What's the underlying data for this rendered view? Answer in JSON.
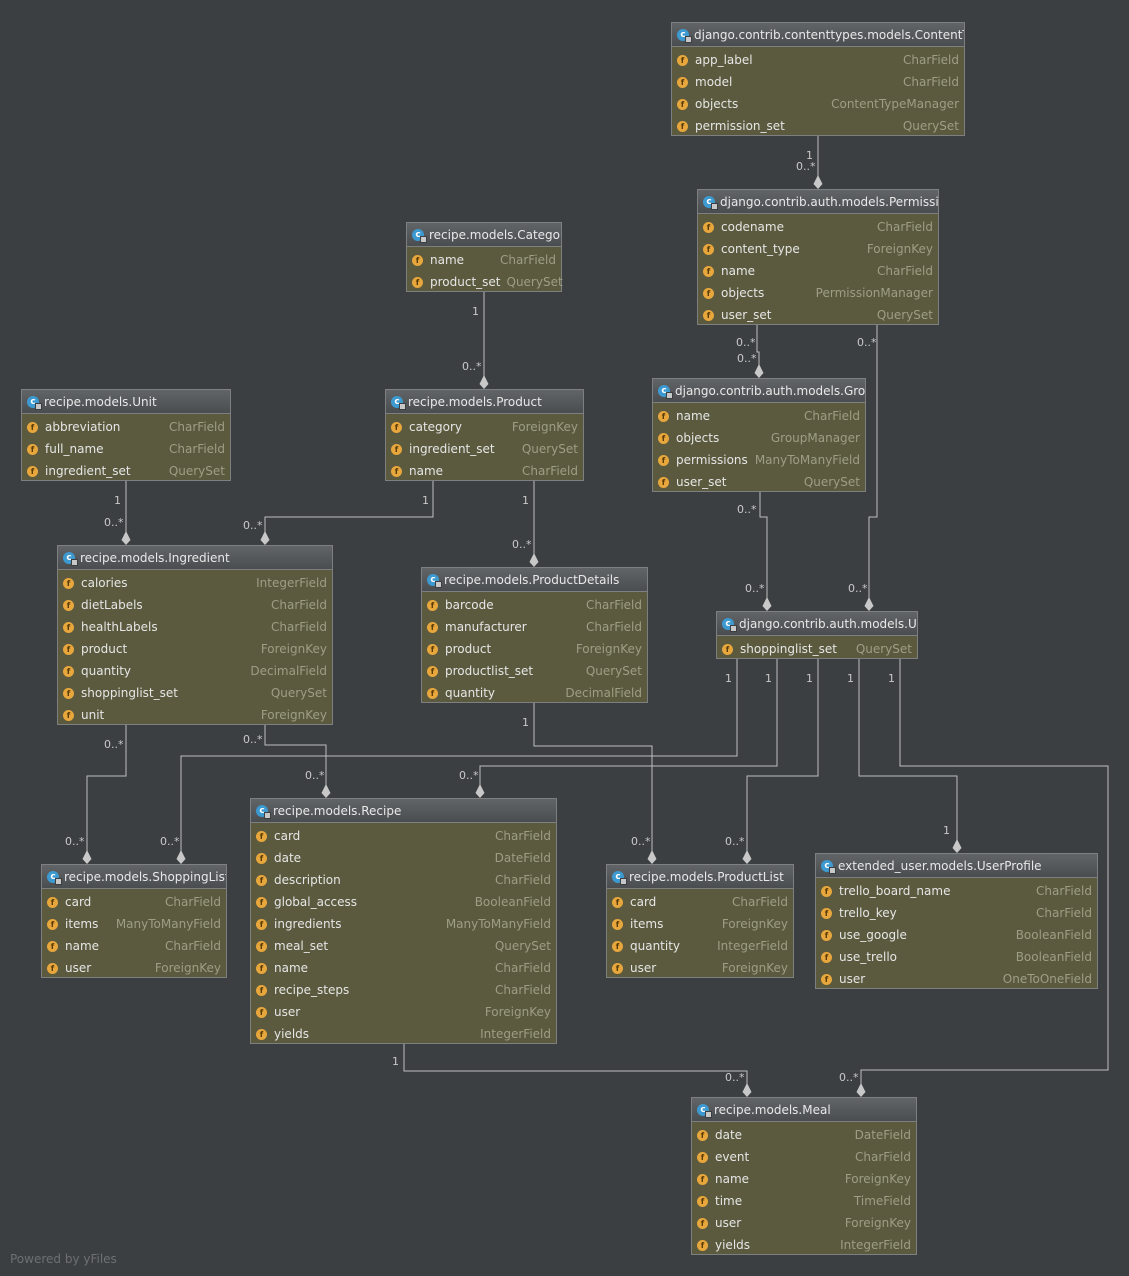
{
  "footer": "Powered by yFiles",
  "nodes": [
    {
      "id": "contenttype",
      "title": "django.contrib.contenttypes.models.ContentType",
      "fields": [
        {
          "name": "app_label",
          "type": "CharField"
        },
        {
          "name": "model",
          "type": "CharField"
        },
        {
          "name": "objects",
          "type": "ContentTypeManager"
        },
        {
          "name": "permission_set",
          "type": "QuerySet"
        }
      ]
    },
    {
      "id": "permission",
      "title": "django.contrib.auth.models.Permission",
      "fields": [
        {
          "name": "codename",
          "type": "CharField"
        },
        {
          "name": "content_type",
          "type": "ForeignKey"
        },
        {
          "name": "name",
          "type": "CharField"
        },
        {
          "name": "objects",
          "type": "PermissionManager"
        },
        {
          "name": "user_set",
          "type": "QuerySet"
        }
      ]
    },
    {
      "id": "category",
      "title": "recipe.models.Category",
      "fields": [
        {
          "name": "name",
          "type": "CharField"
        },
        {
          "name": "product_set",
          "type": "QuerySet"
        }
      ]
    },
    {
      "id": "unit",
      "title": "recipe.models.Unit",
      "fields": [
        {
          "name": "abbreviation",
          "type": "CharField"
        },
        {
          "name": "full_name",
          "type": "CharField"
        },
        {
          "name": "ingredient_set",
          "type": "QuerySet"
        }
      ]
    },
    {
      "id": "product",
      "title": "recipe.models.Product",
      "fields": [
        {
          "name": "category",
          "type": "ForeignKey"
        },
        {
          "name": "ingredient_set",
          "type": "QuerySet"
        },
        {
          "name": "name",
          "type": "CharField"
        }
      ]
    },
    {
      "id": "group",
      "title": "django.contrib.auth.models.Group",
      "fields": [
        {
          "name": "name",
          "type": "CharField"
        },
        {
          "name": "objects",
          "type": "GroupManager"
        },
        {
          "name": "permissions",
          "type": "ManyToManyField"
        },
        {
          "name": "user_set",
          "type": "QuerySet"
        }
      ]
    },
    {
      "id": "ingredient",
      "title": "recipe.models.Ingredient",
      "fields": [
        {
          "name": "calories",
          "type": "IntegerField"
        },
        {
          "name": "dietLabels",
          "type": "CharField"
        },
        {
          "name": "healthLabels",
          "type": "CharField"
        },
        {
          "name": "product",
          "type": "ForeignKey"
        },
        {
          "name": "quantity",
          "type": "DecimalField"
        },
        {
          "name": "shoppinglist_set",
          "type": "QuerySet"
        },
        {
          "name": "unit",
          "type": "ForeignKey"
        }
      ]
    },
    {
      "id": "productdetails",
      "title": "recipe.models.ProductDetails",
      "fields": [
        {
          "name": "barcode",
          "type": "CharField"
        },
        {
          "name": "manufacturer",
          "type": "CharField"
        },
        {
          "name": "product",
          "type": "ForeignKey"
        },
        {
          "name": "productlist_set",
          "type": "QuerySet"
        },
        {
          "name": "quantity",
          "type": "DecimalField"
        }
      ]
    },
    {
      "id": "user",
      "title": "django.contrib.auth.models.User",
      "fields": [
        {
          "name": "shoppinglist_set",
          "type": "QuerySet"
        }
      ]
    },
    {
      "id": "recipe",
      "title": "recipe.models.Recipe",
      "fields": [
        {
          "name": "card",
          "type": "CharField"
        },
        {
          "name": "date",
          "type": "DateField"
        },
        {
          "name": "description",
          "type": "CharField"
        },
        {
          "name": "global_access",
          "type": "BooleanField"
        },
        {
          "name": "ingredients",
          "type": "ManyToManyField"
        },
        {
          "name": "meal_set",
          "type": "QuerySet"
        },
        {
          "name": "name",
          "type": "CharField"
        },
        {
          "name": "recipe_steps",
          "type": "CharField"
        },
        {
          "name": "user",
          "type": "ForeignKey"
        },
        {
          "name": "yields",
          "type": "IntegerField"
        }
      ]
    },
    {
      "id": "shoppinglist",
      "title": "recipe.models.ShoppingList",
      "fields": [
        {
          "name": "card",
          "type": "CharField"
        },
        {
          "name": "items",
          "type": "ManyToManyField"
        },
        {
          "name": "name",
          "type": "CharField"
        },
        {
          "name": "user",
          "type": "ForeignKey"
        }
      ]
    },
    {
      "id": "productlist",
      "title": "recipe.models.ProductList",
      "fields": [
        {
          "name": "card",
          "type": "CharField"
        },
        {
          "name": "items",
          "type": "ForeignKey"
        },
        {
          "name": "quantity",
          "type": "IntegerField"
        },
        {
          "name": "user",
          "type": "ForeignKey"
        }
      ]
    },
    {
      "id": "userprofile",
      "title": "extended_user.models.UserProfile",
      "fields": [
        {
          "name": "trello_board_name",
          "type": "CharField"
        },
        {
          "name": "trello_key",
          "type": "CharField"
        },
        {
          "name": "use_google",
          "type": "BooleanField"
        },
        {
          "name": "use_trello",
          "type": "BooleanField"
        },
        {
          "name": "user",
          "type": "OneToOneField"
        }
      ]
    },
    {
      "id": "meal",
      "title": "recipe.models.Meal",
      "fields": [
        {
          "name": "date",
          "type": "DateField"
        },
        {
          "name": "event",
          "type": "CharField"
        },
        {
          "name": "name",
          "type": "ForeignKey"
        },
        {
          "name": "time",
          "type": "TimeField"
        },
        {
          "name": "user",
          "type": "ForeignKey"
        },
        {
          "name": "yields",
          "type": "IntegerField"
        }
      ]
    }
  ],
  "edges": [
    {
      "from": "contenttype",
      "to": "permission",
      "from_label": "1",
      "to_label": "0..*"
    },
    {
      "from": "category",
      "to": "product",
      "from_label": "1",
      "to_label": "0..*"
    },
    {
      "from": "permission",
      "to": "group",
      "from_label": "0..*",
      "to_label": "0..*"
    },
    {
      "from": "permission",
      "to": "user",
      "from_label": "0..*",
      "to_label": "0..*"
    },
    {
      "from": "group",
      "to": "user",
      "from_label": "0..*",
      "to_label": "0..*"
    },
    {
      "from": "unit",
      "to": "ingredient",
      "from_label": "1",
      "to_label": "0..*"
    },
    {
      "from": "product",
      "to": "ingredient",
      "from_label": "1",
      "to_label": "0..*"
    },
    {
      "from": "product",
      "to": "productdetails",
      "from_label": "1",
      "to_label": "0..*"
    },
    {
      "from": "ingredient",
      "to": "shoppinglist",
      "from_label": "0..*",
      "to_label": "0..*"
    },
    {
      "from": "ingredient",
      "to": "recipe",
      "from_label": "0..*",
      "to_label": "0..*"
    },
    {
      "from": "user",
      "to": "shoppinglist",
      "from_label": "1",
      "to_label": "0..*"
    },
    {
      "from": "user",
      "to": "recipe",
      "from_label": "1",
      "to_label": "0..*"
    },
    {
      "from": "productdetails",
      "to": "productlist",
      "from_label": "1",
      "to_label": "0..*"
    },
    {
      "from": "user",
      "to": "productlist",
      "from_label": "1",
      "to_label": "0..*"
    },
    {
      "from": "user",
      "to": "userprofile",
      "from_label": "1",
      "to_label": "1"
    },
    {
      "from": "recipe",
      "to": "meal",
      "from_label": "1",
      "to_label": "0..*"
    },
    {
      "from": "user",
      "to": "meal",
      "from_label": "1",
      "to_label": "0..*"
    }
  ]
}
